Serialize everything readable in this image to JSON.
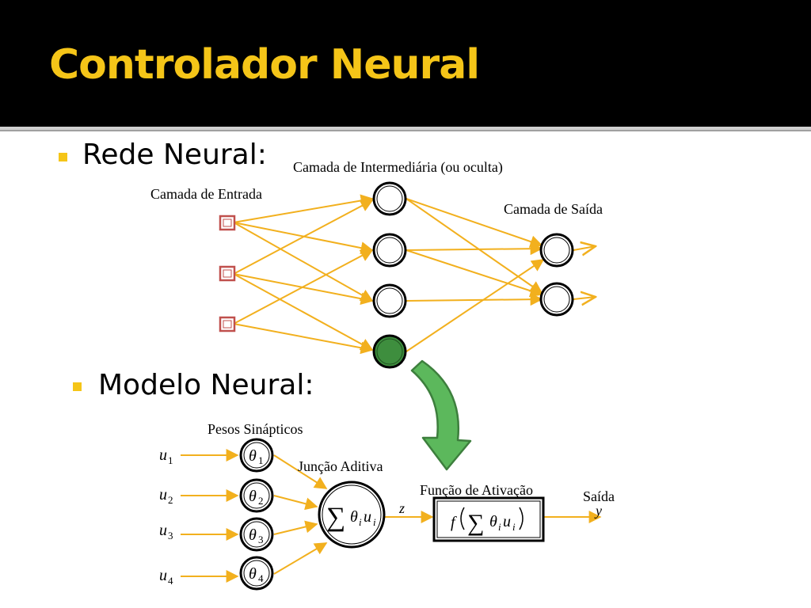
{
  "slide": {
    "title": "Controlador Neural",
    "bullets": [
      {
        "text": "Rede Neural:"
      },
      {
        "text": "Modelo Neural:"
      }
    ]
  },
  "network": {
    "label_hidden": "Camada de Intermediária (ou oculta)",
    "label_input": "Camada de Entrada",
    "label_output": "Camada de Saída"
  },
  "model": {
    "label_weights": "Pesos Sinápticos",
    "label_sum": "Junção Aditiva",
    "label_activation": "Função de Ativação",
    "label_output": "Saída",
    "inputs": [
      {
        "var": "u",
        "sub": "1"
      },
      {
        "var": "u",
        "sub": "2"
      },
      {
        "var": "u",
        "sub": "3"
      },
      {
        "var": "u",
        "sub": "4"
      }
    ],
    "weights": [
      {
        "var": "θ",
        "sub": "1"
      },
      {
        "var": "θ",
        "sub": "2"
      },
      {
        "var": "θ",
        "sub": "3"
      },
      {
        "var": "θ",
        "sub": "4"
      }
    ],
    "sum_symbol": "∑",
    "sum_theta": "θ",
    "sum_u": "u",
    "sum_sub": "i",
    "z_label": "z",
    "f_label": "f",
    "y_label": "y"
  },
  "colors": {
    "accent": "#f5c518",
    "arrow": "#f2b01e",
    "input_node": "#c0504d",
    "bias_node": "#3e8e3e",
    "big_arrow": "#5cb85c"
  }
}
